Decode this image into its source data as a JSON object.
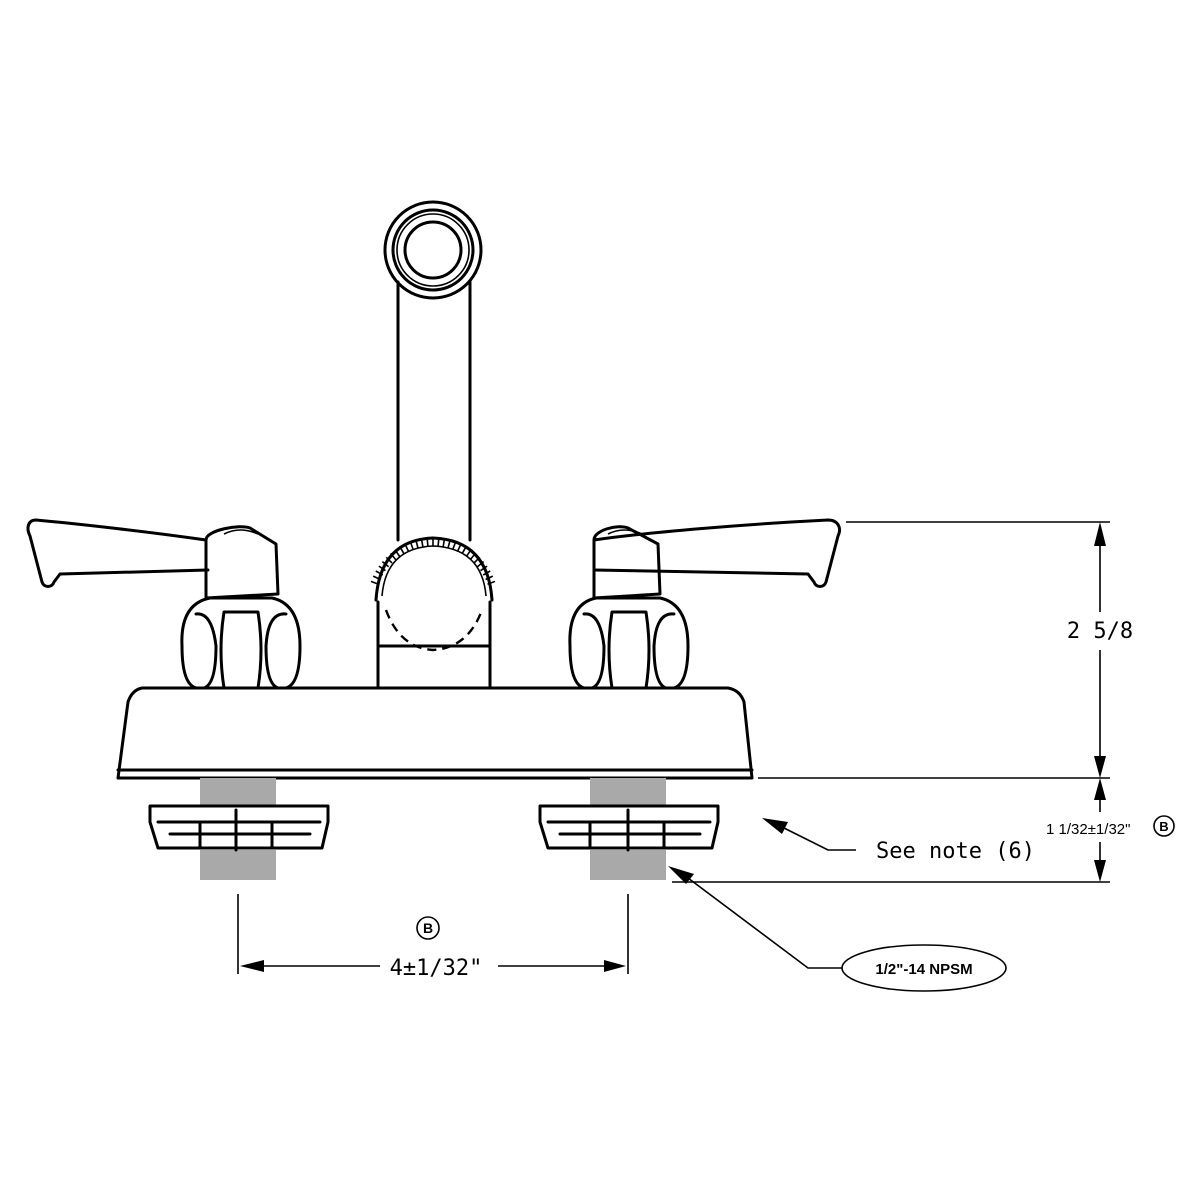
{
  "drawing": {
    "subject": "two-handle faucet, front elevation",
    "datum_symbol": "B",
    "dimensions": {
      "height": "2 5/8",
      "shank_length": "1 1/32±1/32\"",
      "center_spacing": "4±1/32\""
    },
    "callouts": {
      "note": "See note (6)",
      "thread_spec": "1/2\"-14 NPSM"
    },
    "colors": {
      "line": "#000000",
      "thread_shading": "#a9a9a9",
      "background": "#ffffff"
    }
  }
}
